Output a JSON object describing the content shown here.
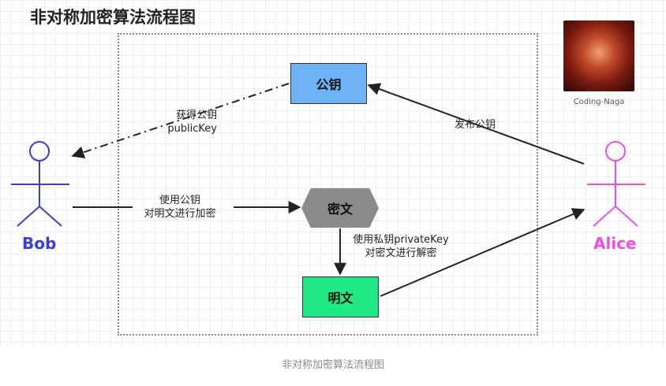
{
  "title": "非对称加密算法流程图",
  "nodes": {
    "public_key": "公钥",
    "ciphertext": "密文",
    "plaintext": "明文"
  },
  "edges": {
    "get_public_key": [
      "获得公钥",
      "publicKey"
    ],
    "encrypt": [
      "使用公钥",
      "对明文进行加密"
    ],
    "decrypt": [
      "使用私钥privateKey",
      "对密文进行解密"
    ],
    "publish": "发布公钥"
  },
  "actors": {
    "bob": "Bob",
    "alice": "Alice"
  },
  "avatar_label": "Coding-Naga",
  "caption": "非对称加密算法流程图",
  "colors": {
    "bob": "#3c3cd9",
    "alice": "#ee4ee6",
    "public_key_fill": "#6cb3f7",
    "ciphertext_fill": "#8a8a8a",
    "plaintext_fill": "#1fea86"
  }
}
